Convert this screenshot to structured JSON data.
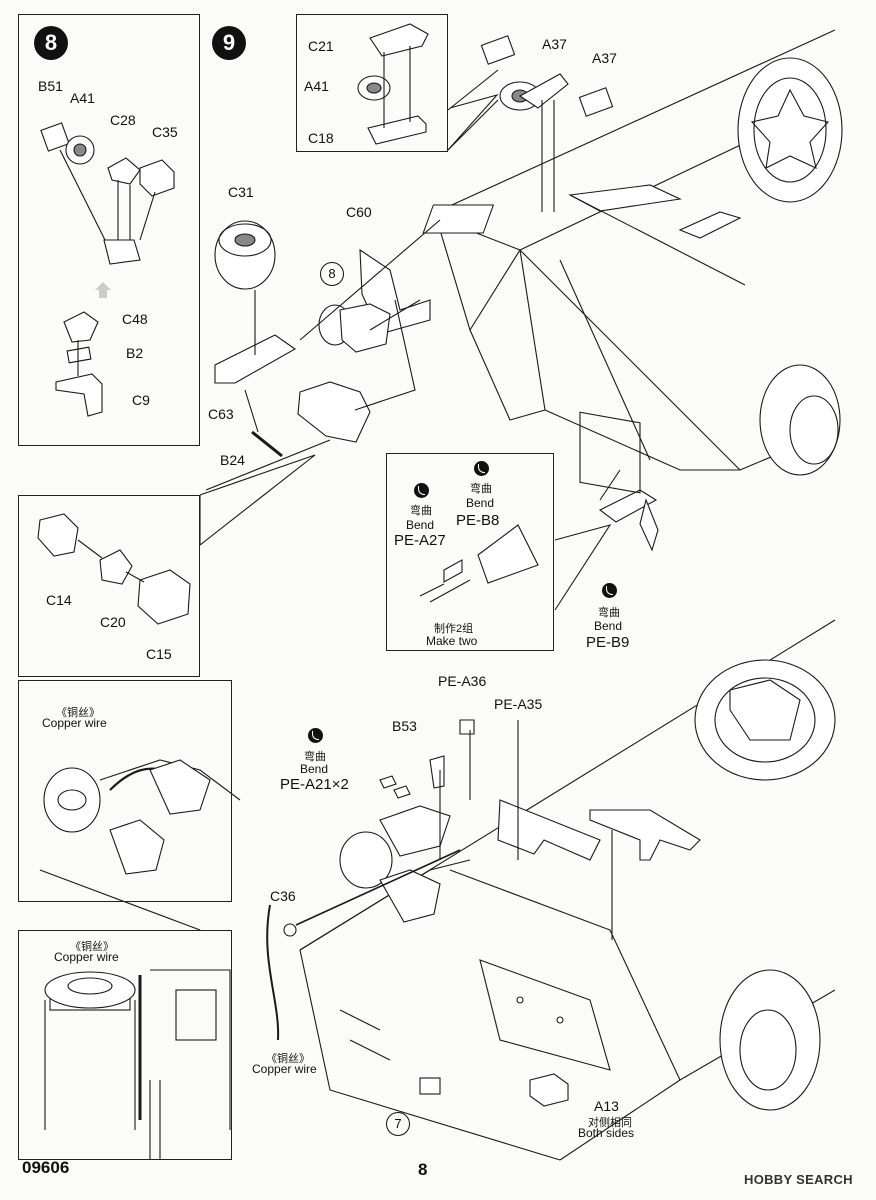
{
  "step8": {
    "number": "8",
    "labels": {
      "b51": "B51",
      "a41": "A41",
      "c28": "C28",
      "c35": "C35",
      "c48": "C48",
      "b2": "B2",
      "c9": "C9"
    }
  },
  "step9": {
    "number": "9",
    "labels": {
      "c21": "C21",
      "a41": "A41",
      "c18": "C18",
      "a37_left": "A37",
      "a37_right": "A37",
      "c31": "C31",
      "c60": "C60",
      "ref8": "8",
      "c63": "C63",
      "b24": "B24",
      "c14": "C14",
      "c20": "C20",
      "c15": "C15"
    },
    "bend_box": {
      "left_cn": "弯曲",
      "left_en": "Bend",
      "left_part": "PE-A27",
      "right_cn": "弯曲",
      "right_en": "Bend",
      "right_part": "PE-B8",
      "make_cn": "制作2组",
      "make_en": "Make two"
    },
    "pe_b9": {
      "cn": "弯曲",
      "en": "Bend",
      "part": "PE-B9"
    }
  },
  "lower": {
    "copper_top_cn": "《铜丝》",
    "copper_top_en": "Copper wire",
    "copper_mid_cn": "《铜丝》",
    "copper_mid_en": "Copper wire",
    "copper_bot_cn": "《铜丝》",
    "copper_bot_en": "Copper wire",
    "pe_a36": "PE-A36",
    "pe_a35": "PE-A35",
    "b53": "B53",
    "pe_a21_cn": "弯曲",
    "pe_a21_en": "Bend",
    "pe_a21": "PE-A21×2",
    "c36": "C36",
    "ref7": "7",
    "a13": "A13",
    "both_cn": "对侧相同",
    "both_en": "Both sides"
  },
  "footer": {
    "code": "09606",
    "page": "8",
    "watermark": "HOBBY SEARCH"
  }
}
